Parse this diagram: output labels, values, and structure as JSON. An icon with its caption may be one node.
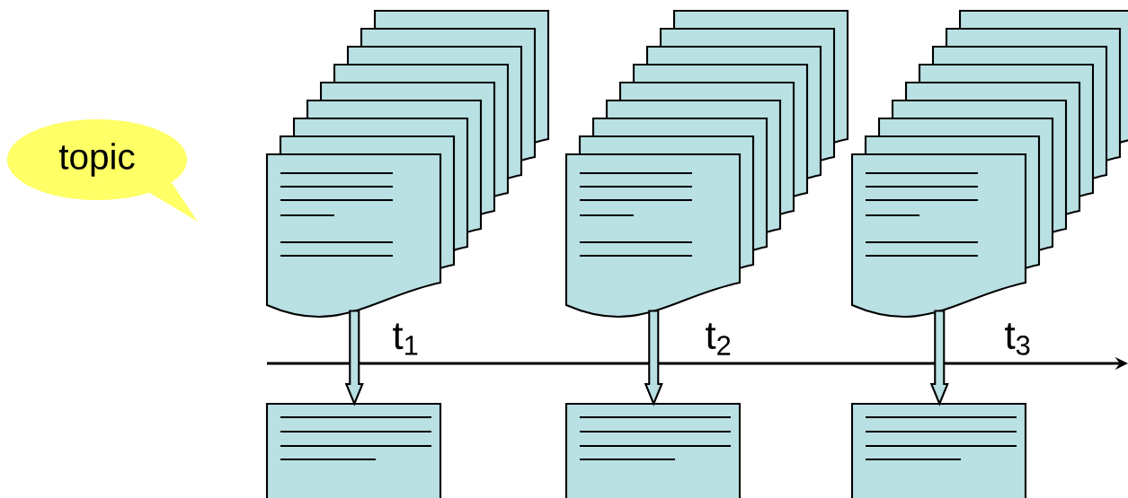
{
  "diagram": {
    "nodes": [
      {
        "text": [
          "topic"
        ]
      },
      {
        "text": [],
        "shape": "document"
      },
      {
        "text": [],
        "shape": "document"
      },
      {
        "text": [],
        "shape": "document"
      },
      {
        "text": [],
        "shape": "document"
      },
      {
        "text": [],
        "shape": "document"
      },
      {
        "text": [],
        "shape": "document"
      }
    ],
    "edges": [
      {
        "from": 1,
        "to": 4,
        "arrow": "to"
      },
      {
        "from": 2,
        "to": 5,
        "arrow": "to"
      },
      {
        "from": 3,
        "to": 6,
        "arrow": "to"
      }
    ],
    "labels": [
      "t$_{1}$",
      "t$_{2}$",
      "t$_{3}$"
    ]
  }
}
